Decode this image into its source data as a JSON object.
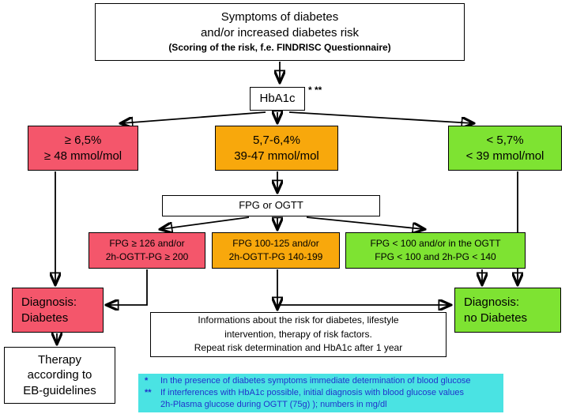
{
  "colors": {
    "red": "#f4566b",
    "orange": "#f8a80c",
    "green": "#7ee332",
    "cyan": "#4ae3e3",
    "fblue": "#2033cc"
  },
  "nodes": {
    "symptoms": {
      "line1": "Symptoms of diabetes",
      "line2": "and/or increased diabetes risk",
      "line3": "(Scoring of the risk, f.e. FINDRISC Questionnaire)"
    },
    "hba1c": {
      "label": "HbA1c",
      "star1": "*",
      "star2": "**"
    },
    "threshold_high": {
      "line1": "≥ 6,5%",
      "line2": "≥ 48 mmol/mol"
    },
    "threshold_mid": {
      "line1": "5,7-6,4%",
      "line2": "39-47 mmol/mol"
    },
    "threshold_low": {
      "line1": "< 5,7%",
      "line2": "< 39 mmol/mol"
    },
    "fpg_ogtt": {
      "label": "FPG or OGTT"
    },
    "fpg_high": {
      "line1": "FPG ≥ 126 and/or",
      "line2": "2h-OGTT-PG ≥ 200"
    },
    "fpg_mid": {
      "line1": "FPG 100-125 and/or",
      "line2": "2h-OGTT-PG 140-199"
    },
    "fpg_low": {
      "line1": "FPG < 100 and/or in the OGTT",
      "line2": "FPG < 100 and 2h-PG < 140"
    },
    "dx_diabetes": {
      "line1": "Diagnosis:",
      "line2": "Diabetes"
    },
    "dx_no_diabetes": {
      "line1": "Diagnosis:",
      "line2": "no Diabetes"
    },
    "therapy": {
      "line1": "Therapy",
      "line2": "according to",
      "line3": "EB-guidelines"
    },
    "info": {
      "line1": "Informations about the risk for diabetes, lifestyle",
      "line2": "intervention, therapy of risk factors.",
      "line3": "Repeat risk determination and HbA1c after 1 year"
    },
    "footnotes": {
      "marker1": "*",
      "text1": "In the presence of diabetes symptoms immediate determination of blood glucose",
      "marker2": "**",
      "text2": "If interferences with HbA1c possible, initial diagnosis with blood glucose values",
      "text3": "2h-Plasma glucose during OGTT (75g) ); numbers in mg/dl"
    }
  }
}
